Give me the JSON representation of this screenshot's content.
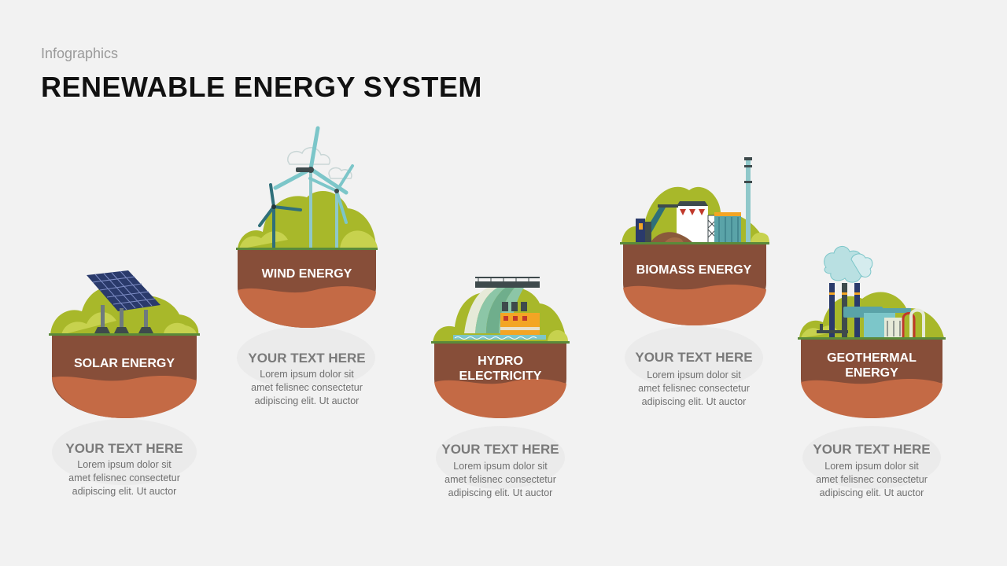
{
  "header": {
    "subtitle": "Infographics",
    "title": "RENEWABLE ENERGY SYSTEM"
  },
  "colors": {
    "soil_dark": "#874e39",
    "soil_light": "#c46a45",
    "grass": "#a8b82a",
    "grass_light": "#c7d24e",
    "accent_teal": "#7cc6c9"
  },
  "cards": [
    {
      "label_lines": [
        "SOLAR ENERGY"
      ],
      "heading": "YOUR TEXT HERE",
      "body": [
        "Lorem ipsum dolor sit",
        "amet felisnec consectetur",
        "adipiscing elit. Ut auctor"
      ],
      "icon": "solar-panel-icon"
    },
    {
      "label_lines": [
        "WIND ENERGY"
      ],
      "heading": "YOUR TEXT HERE",
      "body": [
        "Lorem ipsum dolor sit",
        "amet felisnec consectetur",
        "adipiscing elit. Ut auctor"
      ],
      "icon": "wind-turbine-icon"
    },
    {
      "label_lines": [
        "HYDRO",
        "ELECTRICITY"
      ],
      "heading": "YOUR TEXT HERE",
      "body": [
        "Lorem ipsum dolor sit",
        "amet felisnec consectetur",
        "adipiscing elit. Ut auctor"
      ],
      "icon": "dam-icon"
    },
    {
      "label_lines": [
        "BIOMASS ENERGY"
      ],
      "heading": "YOUR TEXT HERE",
      "body": [
        "Lorem ipsum dolor sit",
        "amet felisnec consectetur",
        "adipiscing elit. Ut auctor"
      ],
      "icon": "biomass-plant-icon"
    },
    {
      "label_lines": [
        "GEOTHERMAL",
        "ENERGY"
      ],
      "heading": "YOUR TEXT HERE",
      "body": [
        "Lorem ipsum dolor sit",
        "amet felisnec consectetur",
        "adipiscing elit. Ut auctor"
      ],
      "icon": "geothermal-plant-icon"
    }
  ]
}
